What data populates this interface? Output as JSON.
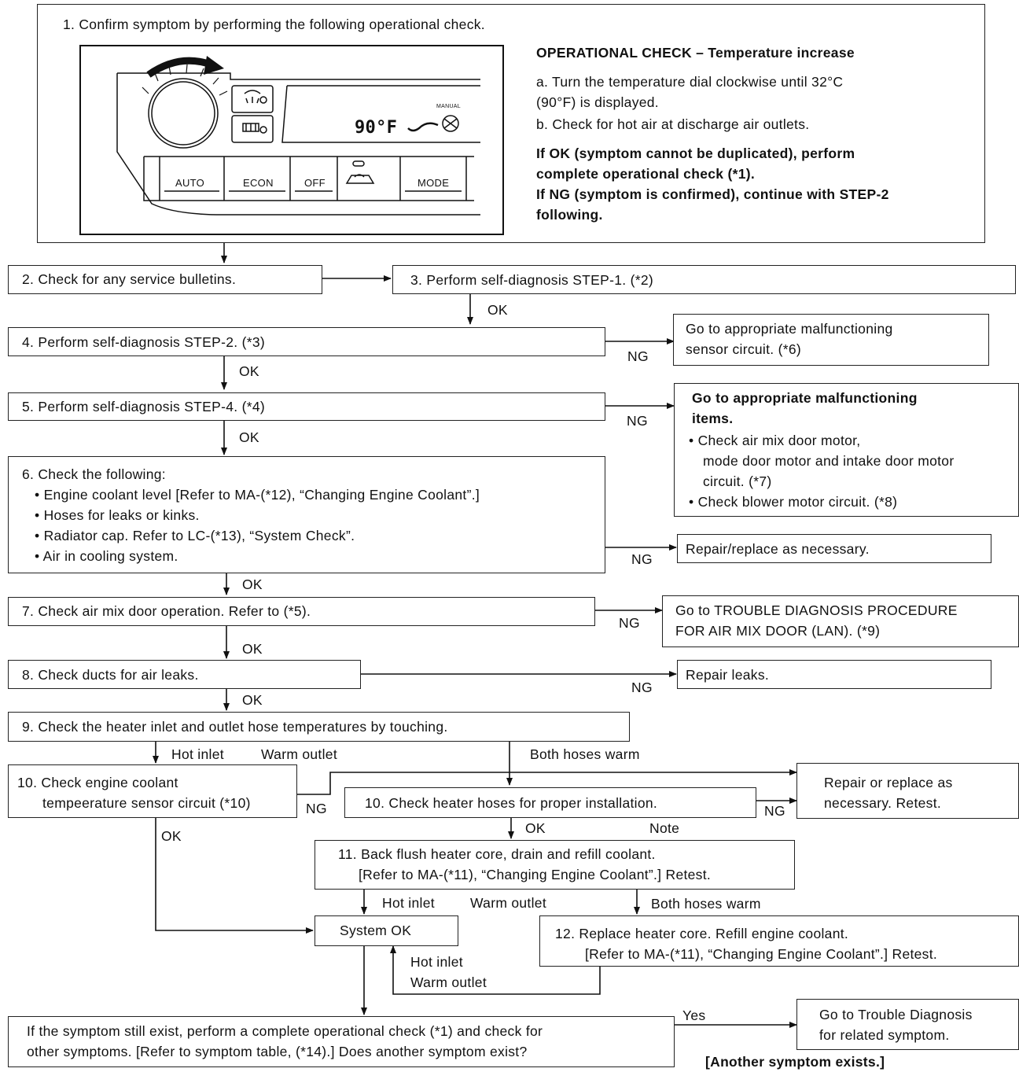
{
  "step1": {
    "title": "1. Confirm symptom by performing the following operational check.",
    "check_title": "OPERATIONAL CHECK – Temperature increase",
    "a1": "a. Turn the temperature dial clockwise until 32°C",
    "a2": "(90°F) is displayed.",
    "b": "b. Check for hot air at discharge air outlets.",
    "ok1": "If OK (symptom cannot be duplicated), perform",
    "ok2": "complete operational check (*1).",
    "ng1": "If NG (symptom is confirmed), continue with STEP-2",
    "ng2": "following."
  },
  "panel": {
    "display_temp": "90°F",
    "manual": "MANUAL",
    "buttons": [
      "AUTO",
      "ECON",
      "OFF",
      "MODE"
    ]
  },
  "labels": {
    "ok": "OK",
    "ng": "NG",
    "note": "Note",
    "yes": "Yes"
  },
  "steps": {
    "s2": "2. Check for any service bulletins.",
    "s3": "3. Perform self-diagnosis STEP-1. (*2)",
    "s4": "4. Perform self-diagnosis STEP-2. (*3)",
    "s4ng1": "Go to appropriate malfunctioning",
    "s4ng2": "sensor circuit. (*6)",
    "s5": "5. Perform self-diagnosis STEP-4. (*4)",
    "s5ng_t1": "Go to appropriate malfunctioning",
    "s5ng_t2": "items.",
    "s5ng_b1": "• Check air mix door motor,",
    "s5ng_b2": "mode door motor and intake door motor",
    "s5ng_b3": "circuit. (*7)",
    "s5ng_b4": "• Check blower motor circuit. (*8)",
    "s6_1": "6. Check the following:",
    "s6_2": "• Engine coolant level [Refer to MA-(*12), “Changing Engine Coolant”.]",
    "s6_3": "• Hoses for leaks or kinks.",
    "s6_4": "• Radiator cap. Refer to LC-(*13), “System Check”.",
    "s6_5": "• Air in cooling system.",
    "s6ng": "Repair/replace as necessary.",
    "s7": "7. Check air mix door operation. Refer to (*5).",
    "s7ng1": "Go to TROUBLE DIAGNOSIS PROCEDURE",
    "s7ng2": "FOR AIR MIX DOOR (LAN). (*9)",
    "s8": "8. Check ducts for air leaks.",
    "s8ng": "Repair leaks.",
    "s9": "9. Check the heater inlet and outlet hose temperatures by touching.",
    "hot_inlet": "Hot inlet",
    "warm_outlet": "Warm outlet",
    "both_warm": "Both hoses warm",
    "s10a_1": "10. Check engine coolant",
    "s10a_2": "tempeerature sensor circuit (*10)",
    "s10b": "10. Check heater hoses for proper installation.",
    "repair1": "Repair or replace as",
    "repair2": "necessary. Retest.",
    "s11_1": "11. Back flush heater core, drain and refill coolant.",
    "s11_2": "[Refer to MA-(*11), “Changing Engine Coolant”.] Retest.",
    "sysok": "System OK",
    "s12_1": "12. Replace heater core. Refill engine coolant.",
    "s12_2": "[Refer to MA-(*11), “Changing Engine Coolant”.] Retest.",
    "final1": "If the symptom still exist, perform a complete operational check (*1) and check for",
    "final2": "other symptoms. [Refer to symptom table, (*14).] Does another symptom exist?",
    "goto1": "Go to Trouble Diagnosis",
    "goto2": "for related symptom.",
    "another": "[Another symptom exists.]"
  }
}
